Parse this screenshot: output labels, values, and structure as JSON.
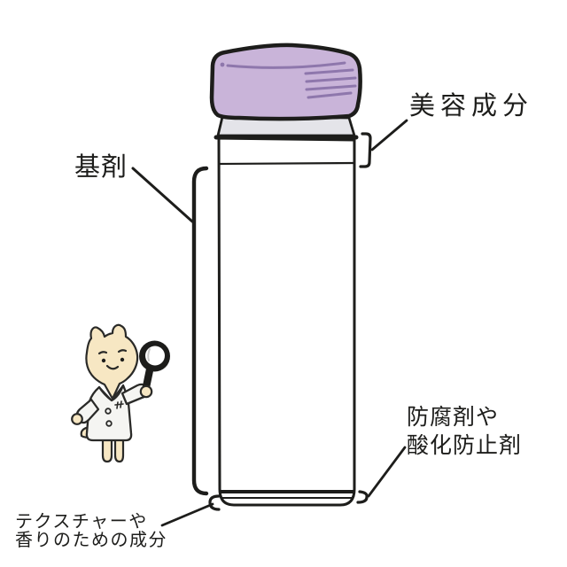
{
  "diagram": {
    "background": "#ffffff",
    "labels": {
      "beauty": {
        "text": "美容成分"
      },
      "base": {
        "text": "基剤"
      },
      "preservative": {
        "line1": "防腐剤や",
        "line2": "酸化防止剤"
      },
      "texture": {
        "line1": "テクスチャーや",
        "line2": "香りのための成分"
      }
    },
    "colors": {
      "background": "#ffffff",
      "outline": "#1d1d1b",
      "text": "#1d1d1b",
      "cap": "#c9b4d9",
      "cap-stripe": "#8e77ac",
      "neck": "#e4e4e9",
      "bottle": "#ffffff",
      "skin": "#f7e7c3",
      "coat": "#f5f5f2",
      "coat-line": "#2a2a28",
      "glass": "#1c1c1a",
      "lens": "#ffffff",
      "lens-highlight": "#c9c9c9"
    },
    "icons": {
      "magnifier": "magnifying-glass-icon"
    }
  }
}
